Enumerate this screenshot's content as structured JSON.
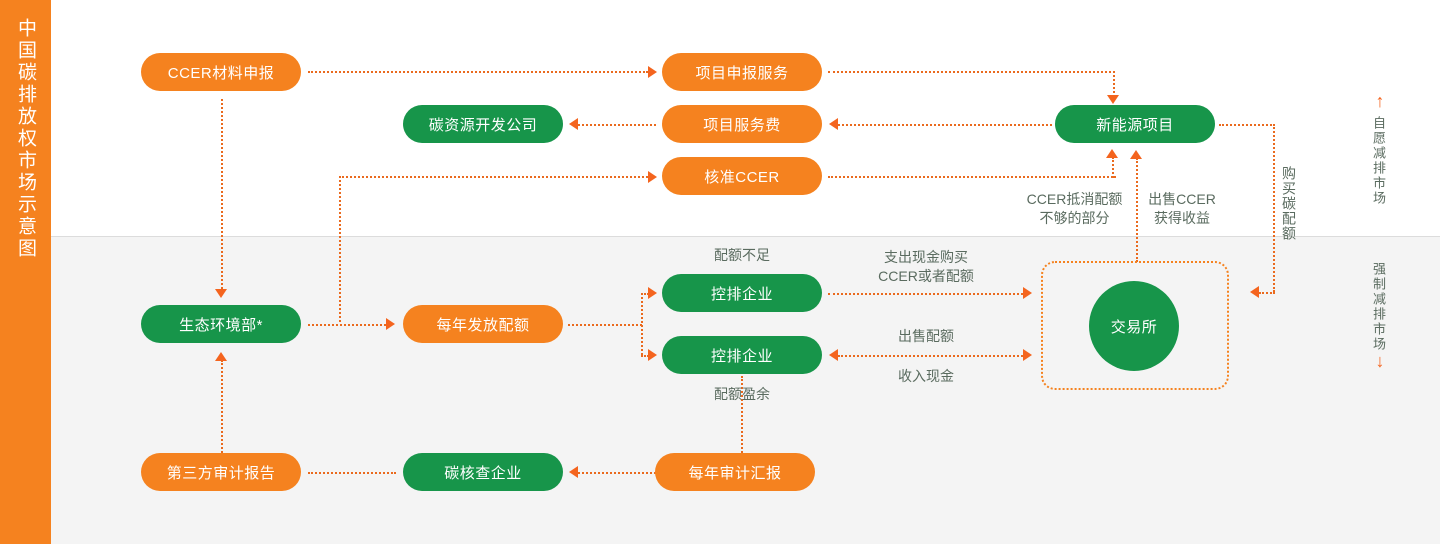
{
  "title": {
    "vertical_text": "中国碳排放权市场示意图"
  },
  "colors": {
    "orange": "#F5821F",
    "green": "#17954A",
    "arrow": "#F4641E",
    "band": "#f4f4f4",
    "label_text": "#5a6b5f",
    "white": "#ffffff"
  },
  "nodes": {
    "ccer_material": "CCER材料申报",
    "project_declaration_service": "项目申报服务",
    "carbon_resource_dev_company": "碳资源开发公司",
    "project_service_fee": "项目服务费",
    "approved_ccer": "核准CCER",
    "new_energy_project": "新能源项目",
    "mee": "生态环境部*",
    "annual_quota_issue": "每年发放配额",
    "controlled_enterprise_1": "控排企业",
    "controlled_enterprise_2": "控排企业",
    "exchange": "交易所",
    "third_party_audit_report": "第三方审计报告",
    "carbon_verification_company": "碳核查企业",
    "annual_audit_report": "每年审计汇报"
  },
  "edge_labels": {
    "quota_shortage": "配额不足",
    "quota_surplus": "配额盈余",
    "ccer_offset_line1": "CCER抵消配额",
    "ccer_offset_line2": "不够的部分",
    "sell_ccer_line1": "出售CCER",
    "sell_ccer_line2": "获得收益",
    "spend_cash_line1": "支出现金购买",
    "spend_cash_line2": "CCER或者配额",
    "sell_quota": "出售配额",
    "cash_income": "收入现金",
    "buy_carbon_quota": "购买碳配额"
  },
  "market_tags": {
    "voluntary": "自愿减排市场",
    "mandatory": "强制减排市场",
    "voluntary_arrow": "↑",
    "mandatory_arrow": "↓"
  }
}
